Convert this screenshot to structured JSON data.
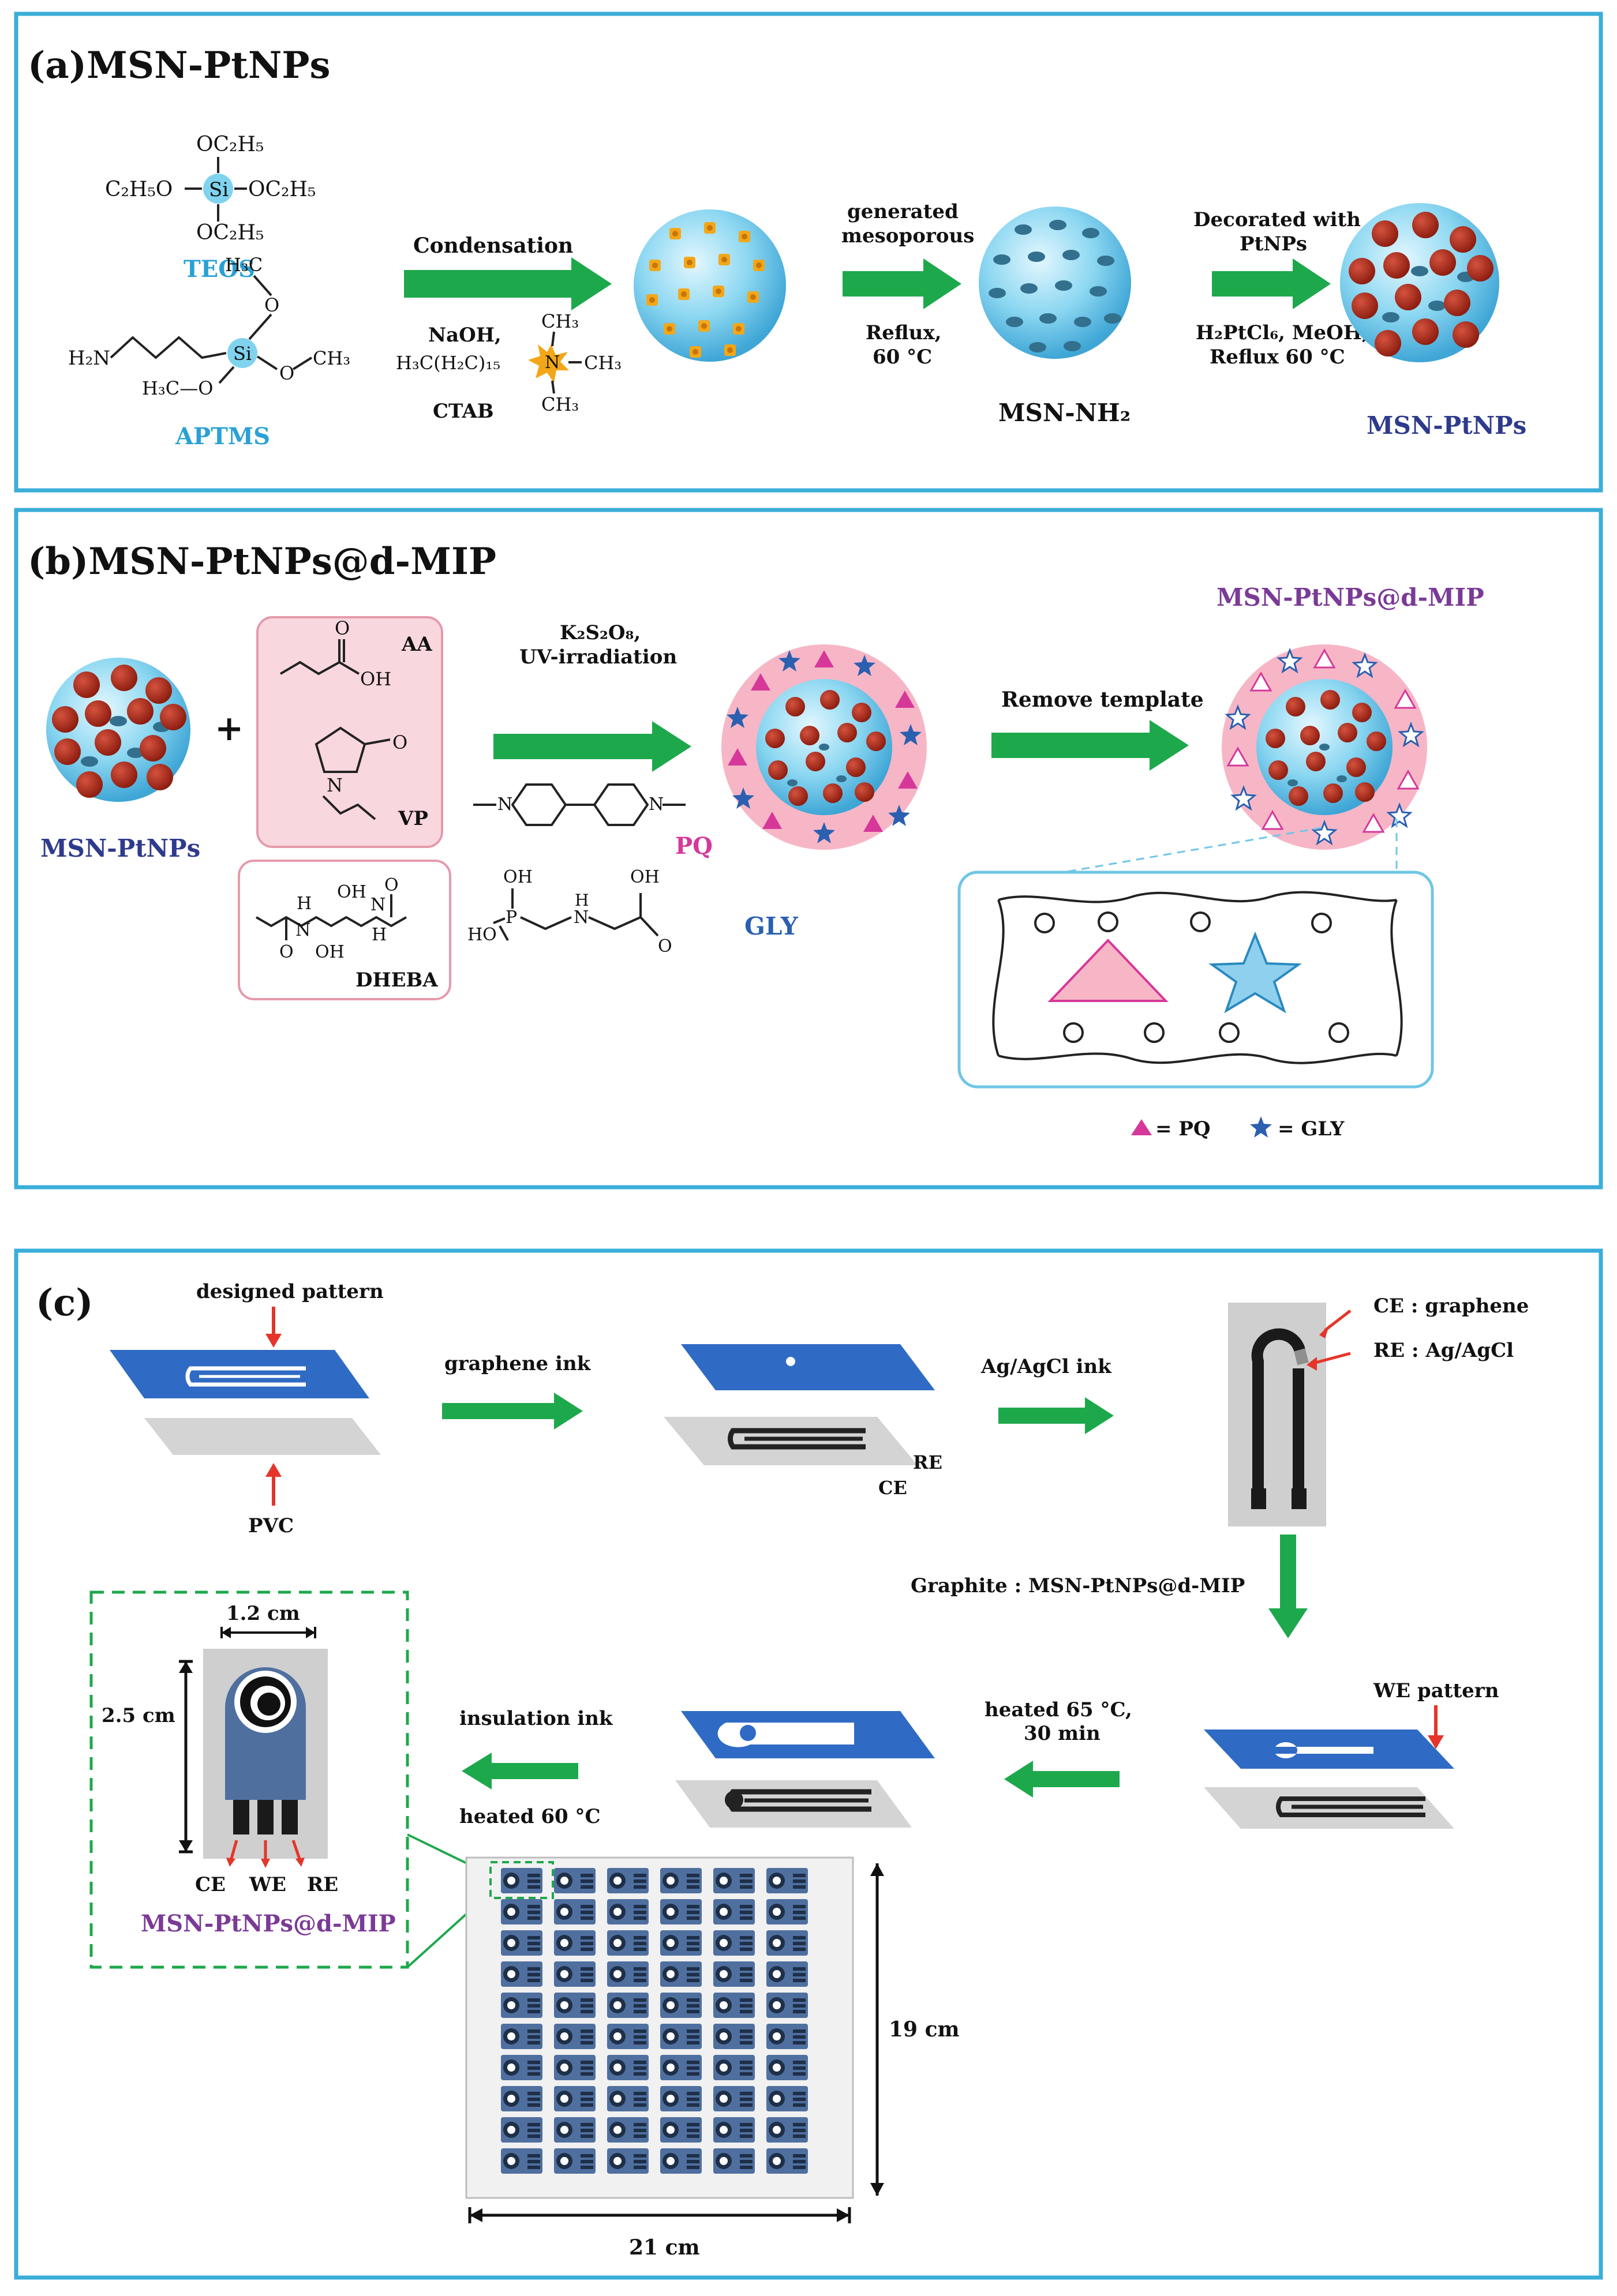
{
  "panel_a": {
    "label": "(a)MSN-PtNPs",
    "teos": "TEOS",
    "aptms": "APTMS",
    "teos_struct": {
      "oc2h5": "OC₂H₅",
      "c2h5o": "C₂H₅O",
      "si": "Si"
    },
    "aptms_struct": {
      "h2n": "H₂N",
      "h3c": "H₃C",
      "ch3": "CH₃",
      "h3co": "H₃C—O",
      "o": "O",
      "si": "Si"
    },
    "step1": {
      "label": "Condensation",
      "reagent": "NaOH,",
      "ctab": "CTAB",
      "ctab_formula": "H₃C(H₂C)₁₅",
      "ch3": "CH₃",
      "n": "N"
    },
    "step2": {
      "label_1": "generated",
      "label_2": "mesoporous",
      "cond_1": "Reflux,",
      "cond_2": "60 °C"
    },
    "msn_nh2": "MSN-NH₂",
    "step3": {
      "label_1": "Decorated with",
      "label_2": "PtNPs",
      "cond_1": "H₂PtCl₆, MeOH,",
      "cond_2": "Reflux 60 °C"
    },
    "product": "MSN-PtNPs"
  },
  "panel_b": {
    "label": "(b)MSN-PtNPs@d-MIP",
    "start": "MSN-PtNPs",
    "plus": "+",
    "aa": "AA",
    "vp": "VP",
    "dheba": "DHEBA",
    "oh": "OH",
    "o": "O",
    "h": "H",
    "n": "N",
    "step1": {
      "cond_1": "K₂S₂O₈,",
      "cond_2": "UV-irradiation"
    },
    "pq": "PQ",
    "gly": "GLY",
    "gly_struct": {
      "oh": "OH",
      "ho": "HO",
      "p": "P",
      "n": "N",
      "h": "H",
      "o": "O"
    },
    "step2": "Remove template",
    "product": "MSN-PtNPs@d-MIP",
    "legend": {
      "pq": "= PQ",
      "gly": "= GLY"
    },
    "colors": {
      "pink": "#f7b6c6",
      "pq": "#d6389a",
      "gly": "#2b5fb0",
      "blue": "#7fd3ef",
      "pt": "#a12617"
    }
  },
  "panel_c": {
    "label": "(c)",
    "designed": "designed pattern",
    "pvc": "PVC",
    "step1": "graphene ink",
    "re": "RE",
    "ce": "CE",
    "step2": "Ag/AgCl ink",
    "ce_label": "CE : graphene",
    "re_label": "RE : Ag/AgCl",
    "step3": "Graphite : MSN-PtNPs@d-MIP",
    "we_pattern": "WE pattern",
    "step4": {
      "l1": "heated 65 °C,",
      "l2": "30 min"
    },
    "step5": {
      "l1": "insulation ink",
      "l2": "heated 60 °C"
    },
    "dim_w": "1.2 cm",
    "dim_h": "2.5 cm",
    "electrodes": {
      "ce": "CE",
      "we": "WE",
      "re": "RE"
    },
    "final": "MSN-PtNPs@d-MIP",
    "sheet_h": "19 cm",
    "sheet_w": "21 cm",
    "colors": {
      "blue": "#2f6bc4",
      "gray": "#cfcfcf",
      "dark": "#2a2a2a",
      "electrode": "#4f6f9f"
    }
  }
}
